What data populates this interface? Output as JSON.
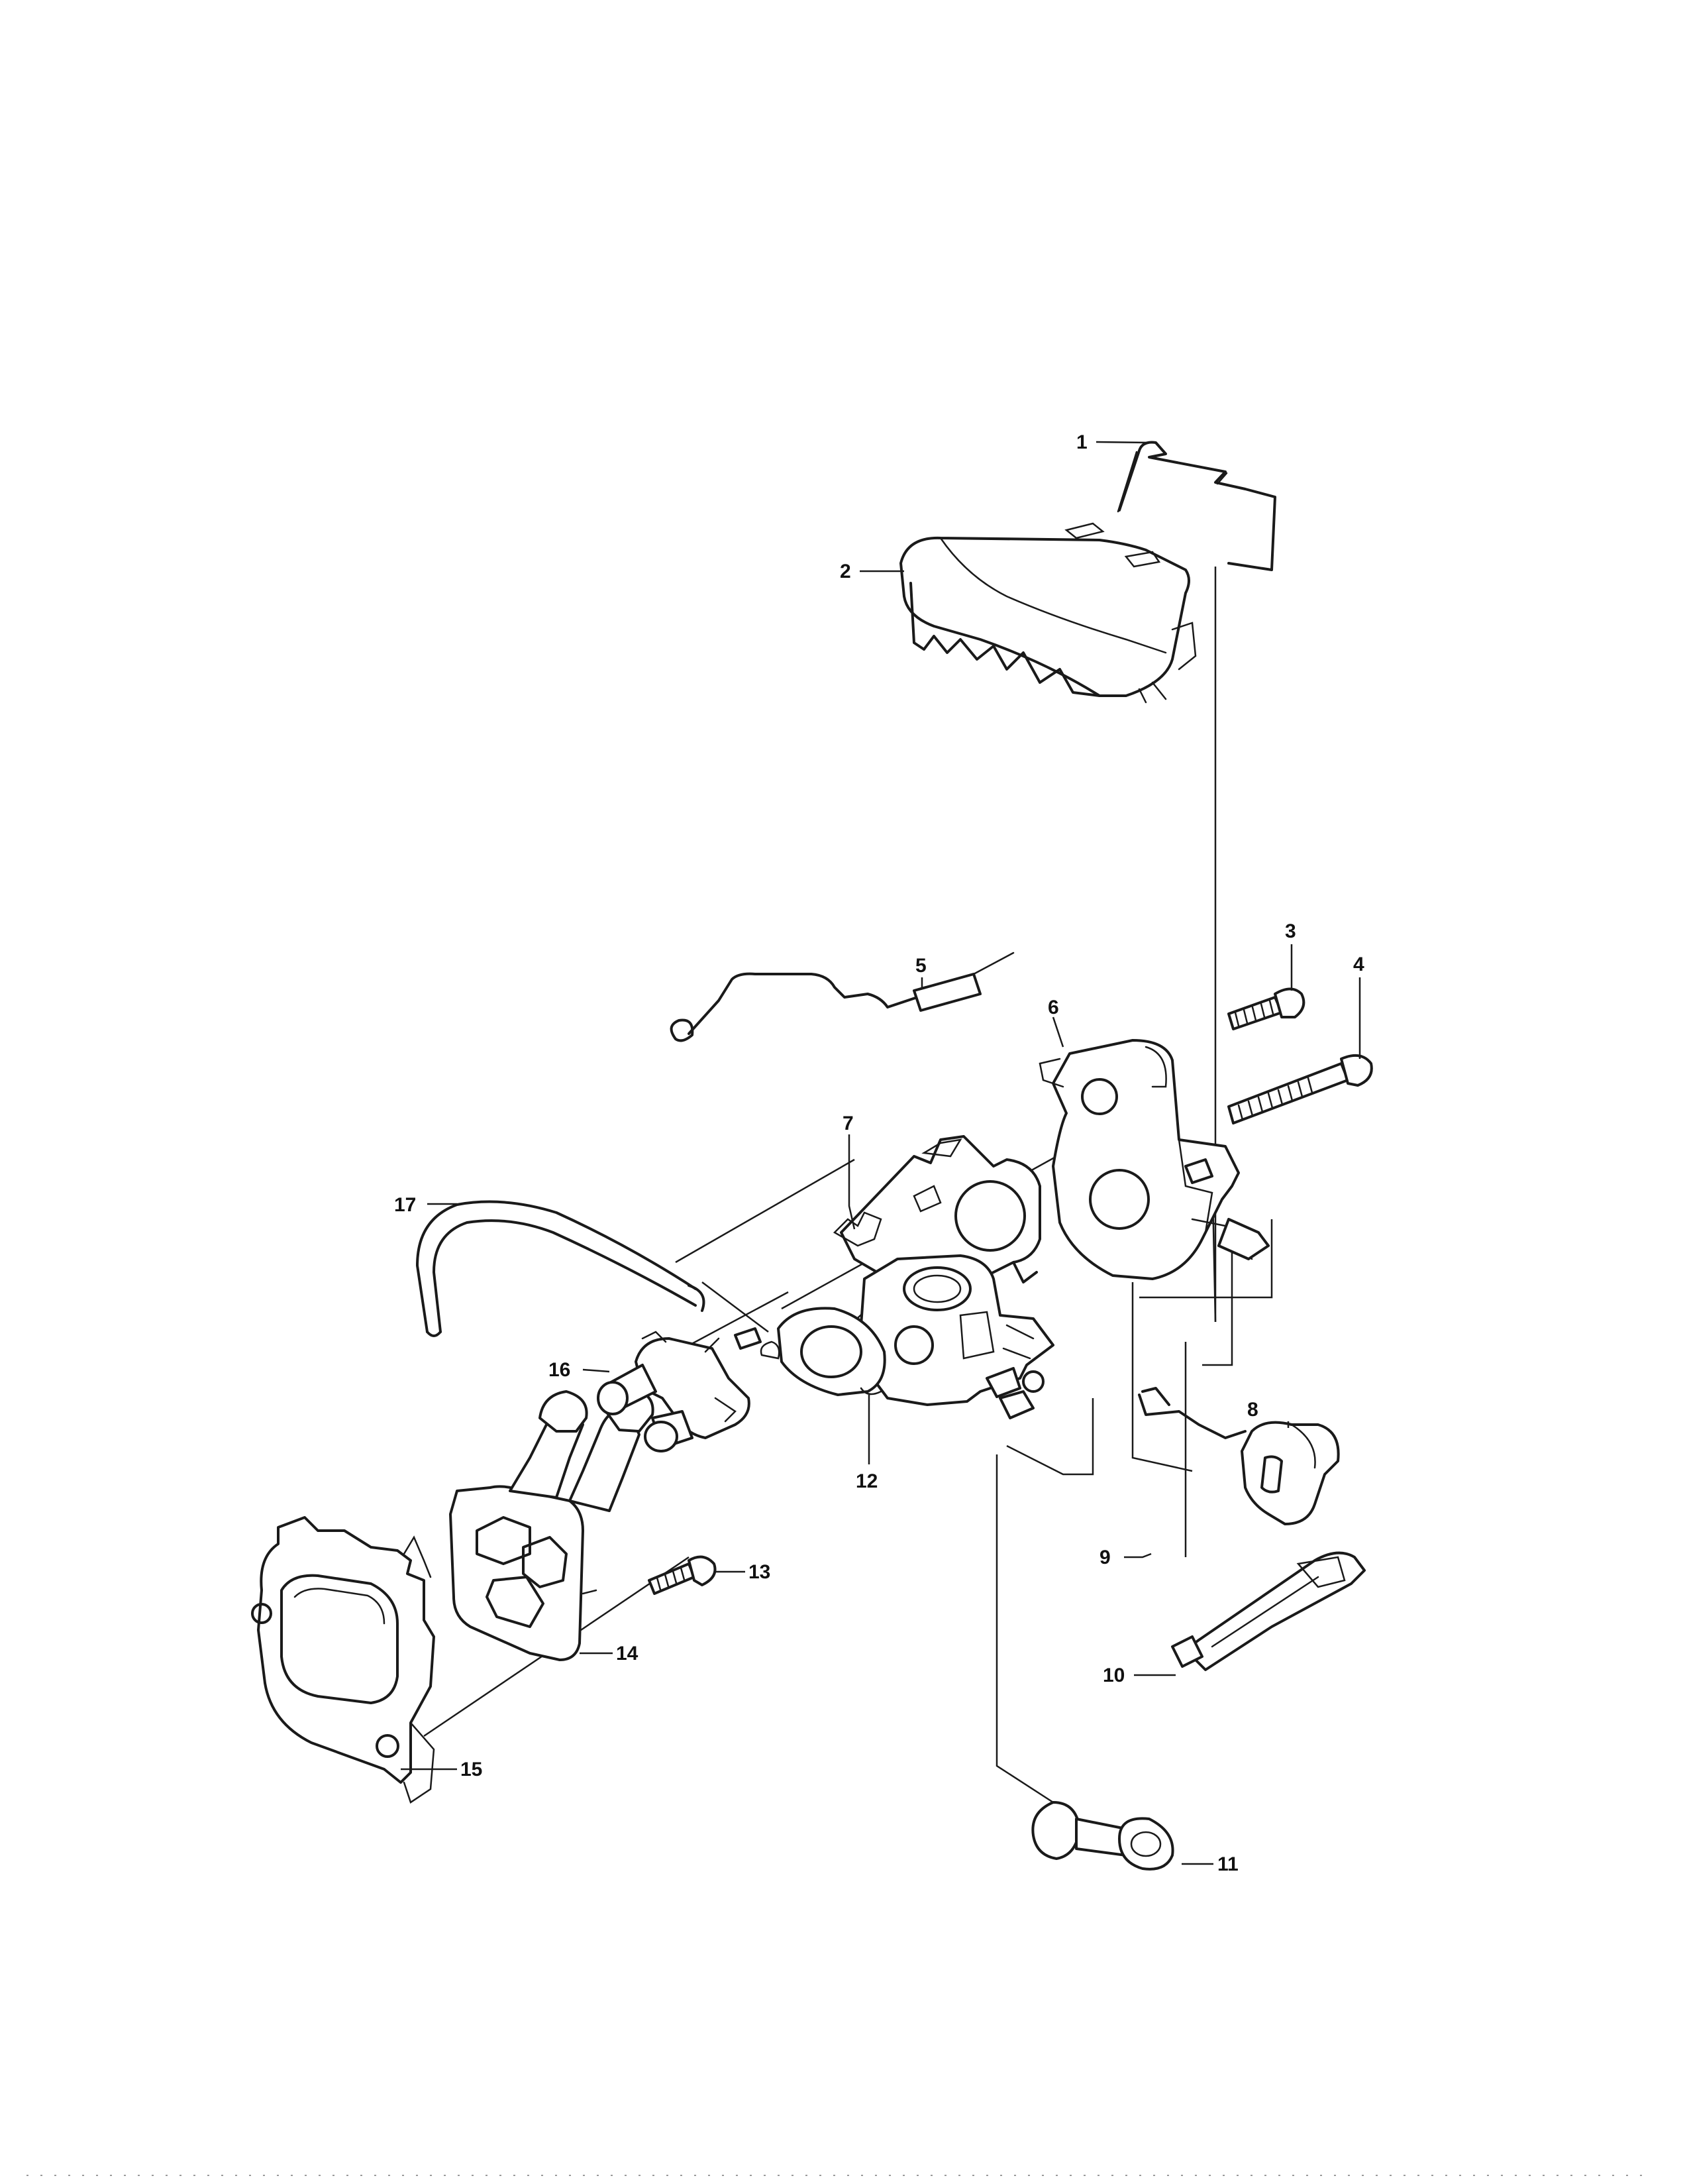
{
  "callouts": [
    {
      "id": "1",
      "label": "1"
    },
    {
      "id": "2",
      "label": "2"
    },
    {
      "id": "3",
      "label": "3"
    },
    {
      "id": "4",
      "label": "4"
    },
    {
      "id": "5",
      "label": "5"
    },
    {
      "id": "6",
      "label": "6"
    },
    {
      "id": "7",
      "label": "7"
    },
    {
      "id": "8",
      "label": "8"
    },
    {
      "id": "9",
      "label": "9"
    },
    {
      "id": "10",
      "label": "10"
    },
    {
      "id": "11",
      "label": "11"
    },
    {
      "id": "12",
      "label": "12"
    },
    {
      "id": "13",
      "label": "13"
    },
    {
      "id": "14",
      "label": "14"
    },
    {
      "id": "15",
      "label": "15"
    },
    {
      "id": "16",
      "label": "16"
    },
    {
      "id": "17",
      "label": "17"
    }
  ],
  "colors": {
    "line": "#1a1a1a",
    "background": "#ffffff"
  }
}
